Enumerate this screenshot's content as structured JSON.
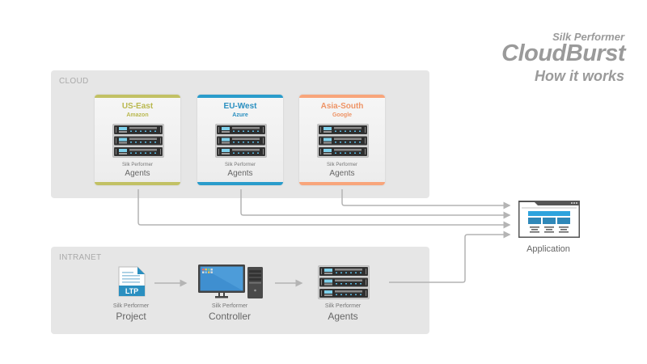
{
  "header": {
    "product": "Silk Performer",
    "title": "CloudBurst",
    "subtitle": "How it works"
  },
  "cloud": {
    "label": "CLOUD",
    "regions": [
      {
        "region": "US-East",
        "provider": "Amazon",
        "product": "Silk Performer",
        "name": "Agents",
        "color": "#c2c164"
      },
      {
        "region": "EU-West",
        "provider": "Azure",
        "product": "Silk Performer",
        "name": "Agents",
        "color": "#2a9ccb"
      },
      {
        "region": "Asia-South",
        "provider": "Google",
        "product": "Silk Performer",
        "name": "Agents",
        "color": "#f8a57b"
      }
    ]
  },
  "intranet": {
    "label": "INTRANET",
    "nodes": [
      {
        "product": "Silk Performer",
        "name": "Project",
        "file_badge": "LTP"
      },
      {
        "product": "Silk Performer",
        "name": "Controller"
      },
      {
        "product": "Silk Performer",
        "name": "Agents"
      }
    ]
  },
  "target": {
    "name": "Application"
  },
  "colors": {
    "zone_bg": "#e6e6e6",
    "connector": "#b4b4b4",
    "title": "#9a9a9a",
    "accent_blue": "#2a9ccb"
  }
}
